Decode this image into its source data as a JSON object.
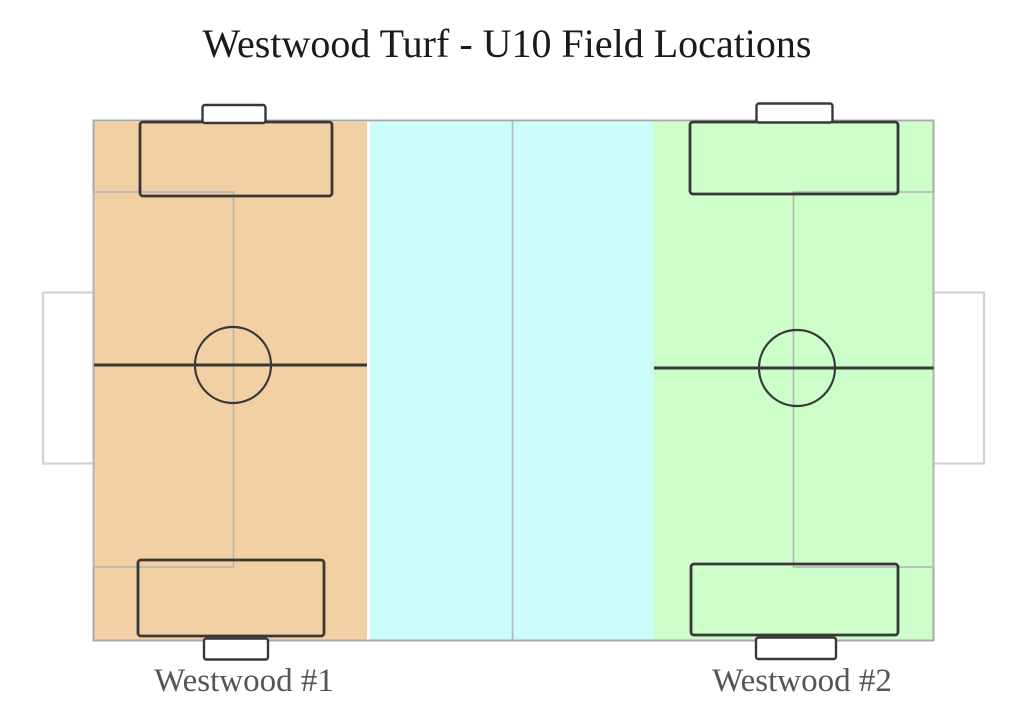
{
  "title": {
    "text": "Westwood Turf - U10 Field Locations",
    "color": "#1a1a1a"
  },
  "main_field": {
    "outline_color": "#a8a8a8",
    "marking_color": "#b6b6b6",
    "goal_outline_color": "#d2d2d2",
    "goal_fill": "#ffffff"
  },
  "middle_zone": {
    "fill": "#ccfdfb"
  },
  "fields": [
    {
      "label": "Westwood #1",
      "fill": "#f2d0a3",
      "line_color": "#383838",
      "goal_fill": "#ffffff"
    },
    {
      "label": "Westwood #2",
      "fill": "#cdfdc9",
      "line_color": "#383838",
      "goal_fill": "#ffffff"
    }
  ],
  "labels": {
    "color": "#555555"
  }
}
